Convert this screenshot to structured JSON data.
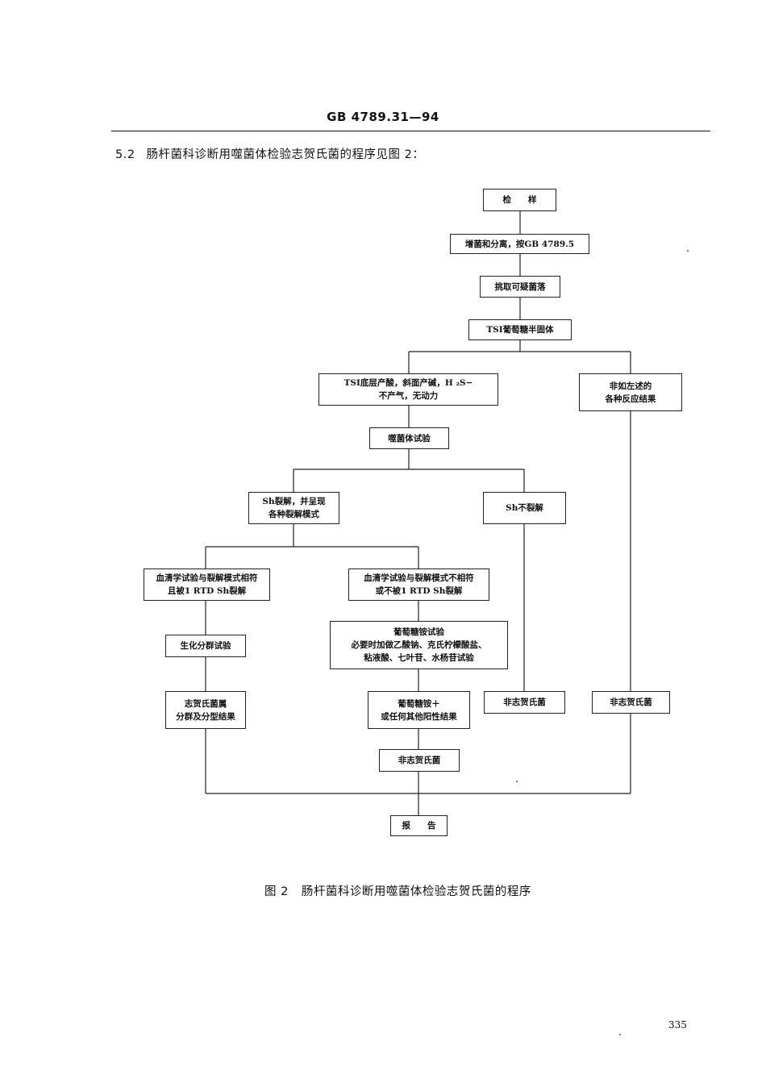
{
  "header": {
    "code": "GB 4789.31—94"
  },
  "section": {
    "number": "5.2",
    "text": "肠杆菌科诊断用噬菌体检验志贺氏菌的程序见图 2："
  },
  "flow": {
    "sample": "检　　样",
    "enrich": "增菌和分离，按GB 4789.5",
    "pick": "挑取可疑菌落",
    "tsi": "TSI葡萄糖半固体",
    "tsi_result": "TSI底层产酸，斜面产碱，H ₂S−\n不产气，无动力",
    "other_reaction": "非如左述的\n各种反应结果",
    "phage_test": "噬菌体试验",
    "sh_lysis": "Sh裂解，并呈现\n各种裂解模式",
    "sh_no_lysis": "Sh不裂解",
    "serum_match": "血清学试验与裂解模式相符\n且被1 RTD Sh裂解",
    "serum_mismatch": "血清学试验与裂解模式不相符\n或不被1 RTD Sh裂解",
    "glucose_amm": "葡萄糖铵试验\n必要时加做乙酸钠、克氏柠檬酸盐、\n粘液酸、七叶苷、水杨苷试验",
    "biochem": "生化分群试验",
    "shigella_result": "志贺氏菌属\n分群及分型结果",
    "glucose_pos": "葡萄糖铵＋\n或任何其他阳性结果",
    "non_shigella_1": "非志贺氏菌",
    "non_shigella_2": "非志贺氏菌",
    "non_shigella_3": "非志贺氏菌",
    "report": "报　　告"
  },
  "caption": {
    "number": "图 2",
    "text": "肠杆菌科诊断用噬菌体检验志贺氏菌的程序"
  },
  "page_number": "335"
}
